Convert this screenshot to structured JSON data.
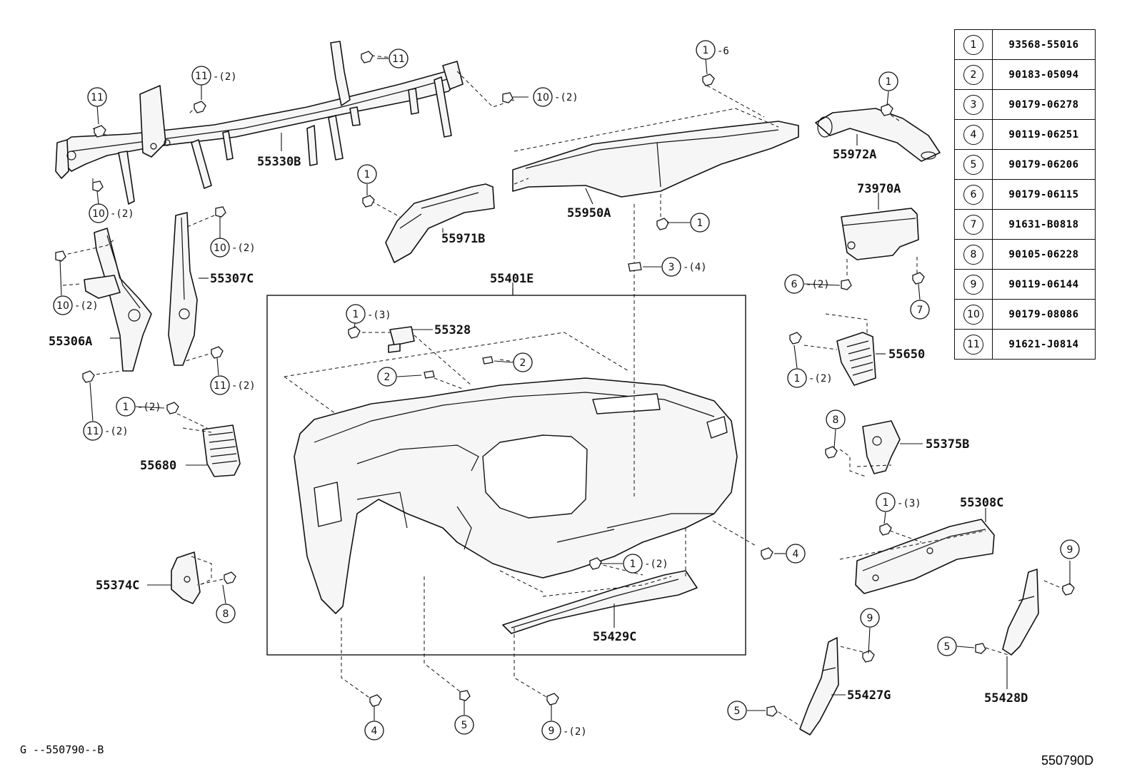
{
  "parts": {
    "p55330B": "55330B",
    "p55306A": "55306A",
    "p55307C": "55307C",
    "p55680": "55680",
    "p55374C": "55374C",
    "p55971B": "55971B",
    "p55950A": "55950A",
    "p55972A": "55972A",
    "p73970A": "73970A",
    "p55401E": "55401E",
    "p55328": "55328",
    "p55650": "55650",
    "p55375B": "55375B",
    "p55308C": "55308C",
    "p55429C": "55429C",
    "p55427G": "55427G",
    "p55428D": "55428D"
  },
  "callouts": {
    "c1": "1",
    "c2": "2",
    "c3": "3",
    "c4": "4",
    "c5": "5",
    "c6": "6",
    "c7": "7",
    "c8": "8",
    "c9": "9",
    "c10": "10",
    "c11": "11"
  },
  "quantities": {
    "q2": "-(2)",
    "q3": "-(3)",
    "q4": "-(4)",
    "q6": "-6"
  },
  "reference_table": [
    {
      "key": "1",
      "part_number": "93568-55016"
    },
    {
      "key": "2",
      "part_number": "90183-05094"
    },
    {
      "key": "3",
      "part_number": "90179-06278"
    },
    {
      "key": "4",
      "part_number": "90119-06251"
    },
    {
      "key": "5",
      "part_number": "90179-06206"
    },
    {
      "key": "6",
      "part_number": "90179-06115"
    },
    {
      "key": "7",
      "part_number": "91631-B0818"
    },
    {
      "key": "8",
      "part_number": "90105-06228"
    },
    {
      "key": "9",
      "part_number": "90119-06144"
    },
    {
      "key": "10",
      "part_number": "90179-08086"
    },
    {
      "key": "11",
      "part_number": "91621-J0814"
    }
  ],
  "footer": {
    "left": "G --550790--B",
    "right": "550790D"
  }
}
